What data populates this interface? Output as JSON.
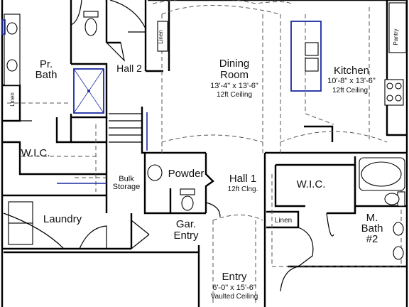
{
  "rooms": {
    "pr_bath": {
      "line1": "Pr.",
      "line2": "Bath"
    },
    "linen_top_left": "Linen",
    "hall2": "Hall 2",
    "linen_hall2": "Linen",
    "dining": {
      "line1": "Dining",
      "line2": "Room",
      "dims": "13'-4\" x 13'-6\"",
      "ceiling": "12ft Ceiling"
    },
    "kitchen": {
      "name": "Kitchen",
      "dims": "10'-8\" x 13'-6\"",
      "ceiling": "12ft Ceiling"
    },
    "pantry": "Pantry",
    "wic_left": "W.I.C.",
    "bulk_storage": {
      "line1": "Bulk",
      "line2": "Storage"
    },
    "powder": "Powder",
    "hall1": {
      "name": "Hall 1",
      "ceiling": "12ft Clng."
    },
    "wic_right": "W.I.C.",
    "m_bath": {
      "line1": "M.",
      "line2": "Bath",
      "line3": "#2"
    },
    "linen_right": "Linen",
    "laundry": "Laundry",
    "gar_entry": {
      "line1": "Gar.",
      "line2": "Entry"
    },
    "entry": {
      "name": "Entry",
      "dims": "6'-0\" x 15'-6\"",
      "ceiling": "Vaulted Ceiling"
    }
  },
  "colors": {
    "wall": "#000000",
    "fixture_blue": "#1a2aa0",
    "dashed": "#555555"
  }
}
